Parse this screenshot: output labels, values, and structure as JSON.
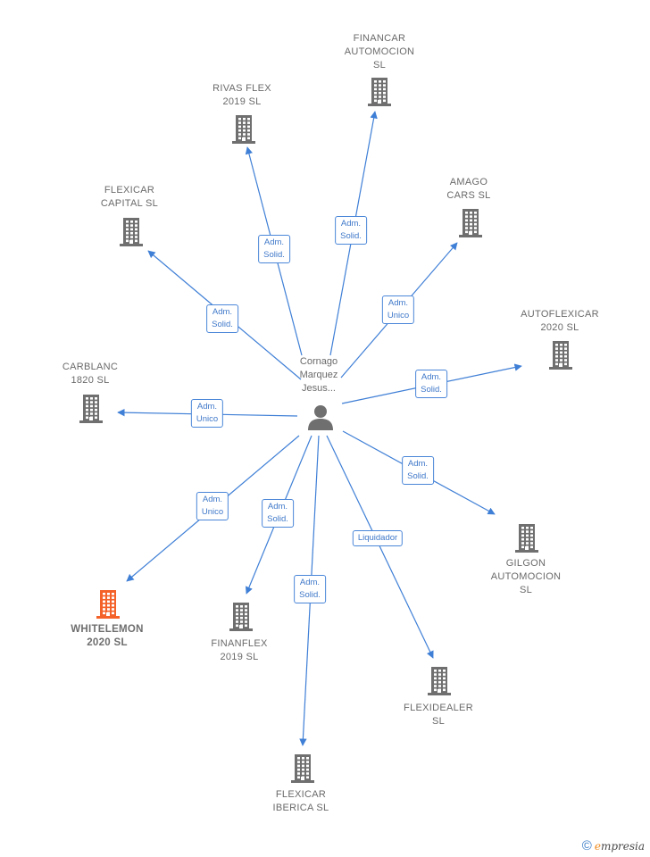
{
  "person": {
    "name_lines": [
      "Cornago",
      "Marquez",
      "Jesus..."
    ],
    "icon": "person-icon",
    "color": "#6f6f6f"
  },
  "companies": [
    {
      "id": "financar-automocion",
      "name_lines": [
        "FINANCAR",
        "AUTOMOCION",
        "SL"
      ],
      "highlight": false,
      "role_lines": [
        "Adm.",
        "Solid."
      ]
    },
    {
      "id": "rivas-flex",
      "name_lines": [
        "RIVAS FLEX",
        "2019  SL"
      ],
      "highlight": false,
      "role_lines": [
        "Adm.",
        "Solid."
      ]
    },
    {
      "id": "amago-cars",
      "name_lines": [
        "AMAGO",
        "CARS  SL"
      ],
      "highlight": false,
      "role_lines": [
        "Adm.",
        "Unico"
      ]
    },
    {
      "id": "flexicar-capital",
      "name_lines": [
        "FLEXICAR",
        "CAPITAL  SL"
      ],
      "highlight": false,
      "role_lines": [
        "Adm.",
        "Solid."
      ]
    },
    {
      "id": "autoflexicar",
      "name_lines": [
        "AUTOFLEXICAR",
        "2020  SL"
      ],
      "highlight": false,
      "role_lines": [
        "Adm.",
        "Solid."
      ]
    },
    {
      "id": "carblanc",
      "name_lines": [
        "CARBLANC",
        "1820  SL"
      ],
      "highlight": false,
      "role_lines": [
        "Adm.",
        "Unico"
      ]
    },
    {
      "id": "gilgon-automocion",
      "name_lines": [
        "GILGON",
        "AUTOMOCION",
        "SL"
      ],
      "highlight": false,
      "role_lines": [
        "Adm.",
        "Solid."
      ]
    },
    {
      "id": "whitelemon",
      "name_lines": [
        "WHITELEMON",
        "2020  SL"
      ],
      "highlight": true,
      "role_lines": [
        "Adm.",
        "Unico"
      ]
    },
    {
      "id": "finanflex",
      "name_lines": [
        "FINANFLEX",
        "2019  SL"
      ],
      "highlight": false,
      "role_lines": [
        "Adm.",
        "Solid."
      ]
    },
    {
      "id": "flexidealer",
      "name_lines": [
        "FLEXIDEALER",
        "SL"
      ],
      "highlight": false,
      "role_lines": [
        "Liquidador"
      ]
    },
    {
      "id": "flexicar-iberica",
      "name_lines": [
        "FLEXICAR",
        "IBERICA  SL"
      ],
      "highlight": false,
      "role_lines": [
        "Adm.",
        "Solid."
      ]
    }
  ],
  "colors": {
    "edge": "#3f7fd6",
    "building": "#6f6f6f",
    "building_highlight": "#f4622a"
  },
  "footer": {
    "copyright_symbol": "©",
    "brand_initial": "e",
    "brand_rest": "mpresia",
    "icon": "copyright-icon"
  }
}
